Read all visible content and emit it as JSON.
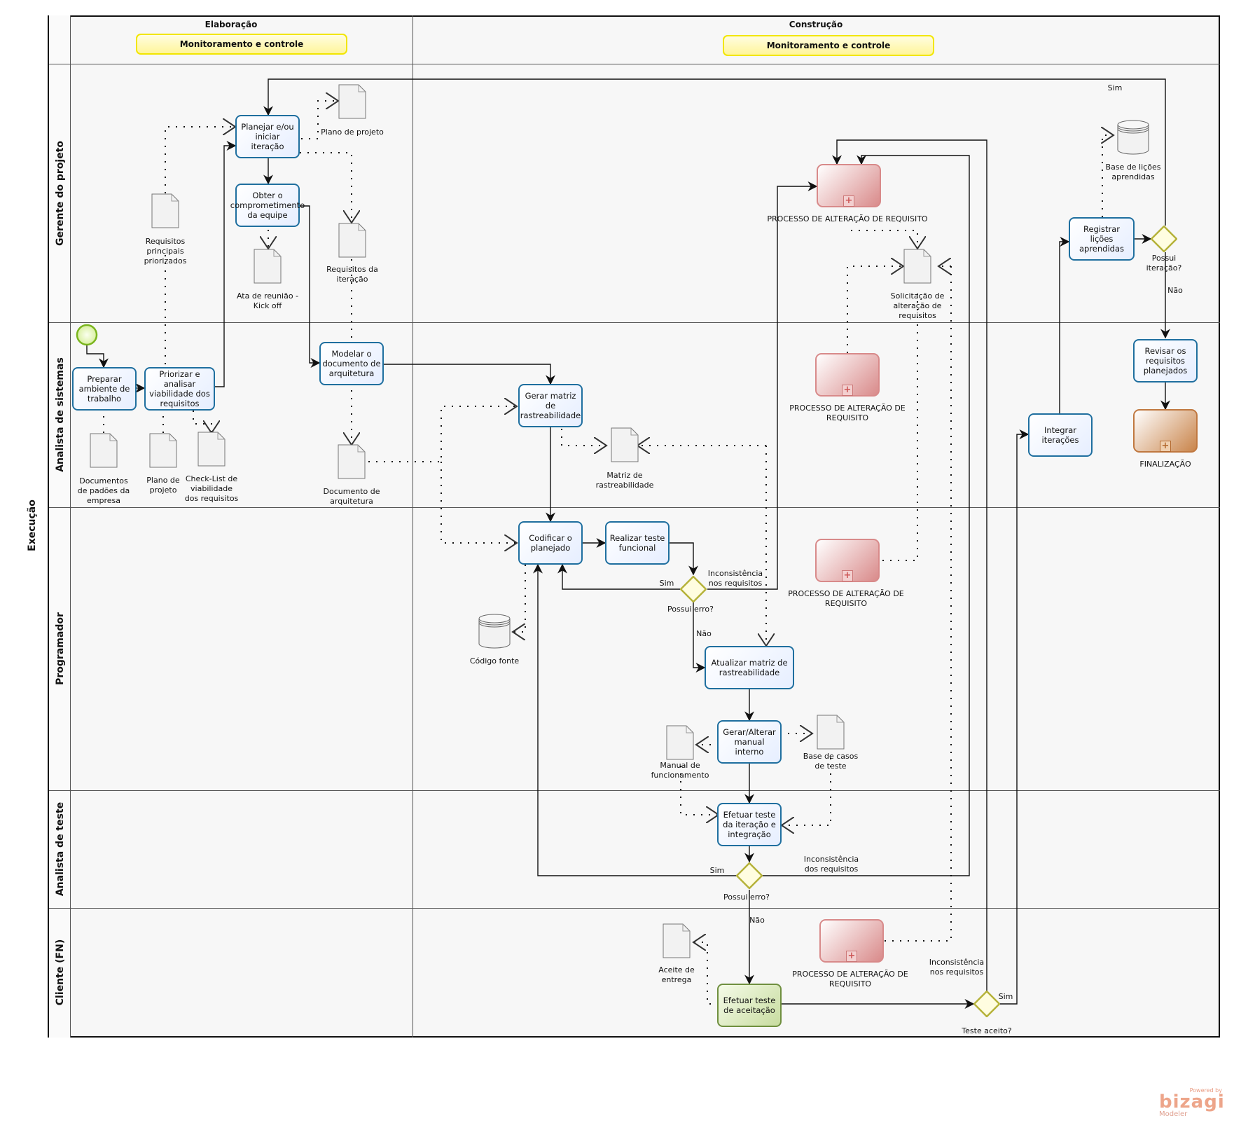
{
  "pool": {
    "label": "Execução"
  },
  "phases": [
    {
      "title": "Elaboração",
      "milestone": "Monitoramento e controle"
    },
    {
      "title": "Construção",
      "milestone": "Monitoramento e controle"
    }
  ],
  "lanes": [
    {
      "label": "Gerente do projeto"
    },
    {
      "label": "Analista de sistemas"
    },
    {
      "label": "Programador"
    },
    {
      "label": "Analista de teste"
    },
    {
      "label": "Cliente (FN)"
    }
  ],
  "tasks": {
    "planejar": "Planejar e/ou iniciar iteração",
    "obter": "Obter o comprometimento da equipe",
    "preparar": "Preparar ambiente de trabalho",
    "priorizar": "Priorizar e analisar viabilidade dos requisitos",
    "modelar": "Modelar o documento de arquitetura",
    "gerar_matriz": "Gerar matriz de rastreabilidade",
    "codificar": "Codificar o planejado",
    "realizar_teste": "Realizar teste funcional",
    "atualizar_matriz": "Atualizar matriz de rastreabilidade",
    "gerar_manual": "Gerar/Alterar manual interno",
    "efetuar_teste_iteracao": "Efetuar teste da iteração e integração",
    "efetuar_teste_aceitacao": "Efetuar teste de aceitação",
    "registrar": "Registrar lições aprendidas",
    "integrar": "Integrar iterações",
    "revisar": "Revisar os requisitos planejados"
  },
  "subprocesses": {
    "alteracao": "PROCESSO DE ALTERAÇÃO DE REQUISITO",
    "finalizacao": "FINALIZAÇÃO"
  },
  "artifacts": {
    "plano_projeto_top": "Plano de projeto",
    "requisitos_principais": "Requisitos principais priorizados",
    "ata_reuniao": "Ata de reunião - Kick off",
    "requisitos_iteracao": "Requisitos da iteração",
    "docs_padroes": "Documentos de padões da empresa",
    "plano_projeto": "Plano de projeto",
    "checklist": "Check-List de viabilidade dos requisitos",
    "doc_arquitetura": "Documento de arquitetura",
    "matriz": "Matriz de rastreabilidade",
    "codigo_fonte": "Código fonte",
    "manual_func": "Manual de funcionamento",
    "base_casos": "Base de casos de teste",
    "aceite": "Aceite de entrega",
    "solicitacao": "Solicitação de alteração de requisitos",
    "base_licoes": "Base de lições aprendidas"
  },
  "gateways": {
    "possui_erro_1": "Possui erro?",
    "possui_erro_2": "Possui erro?",
    "teste_aceito": "Teste aceito?",
    "possui_iteracao": "Possui iteração?"
  },
  "flow_labels": {
    "sim": "Sim",
    "nao": "Não",
    "inconsistencia_nos": "Inconsistência nos requisitos",
    "inconsistencia_dos": "Inconsistência dos requisitos"
  },
  "branding": {
    "powered": "Powered by",
    "name": "bizagi",
    "product": "Modeler"
  },
  "colors": {
    "task_border": "#1f6f9f",
    "subprocess": "#d88a8a",
    "finalizacao": "#c07840",
    "gateway": "#b5b23a",
    "milestone": "#f2e600",
    "start_event": "#7ab51d"
  }
}
